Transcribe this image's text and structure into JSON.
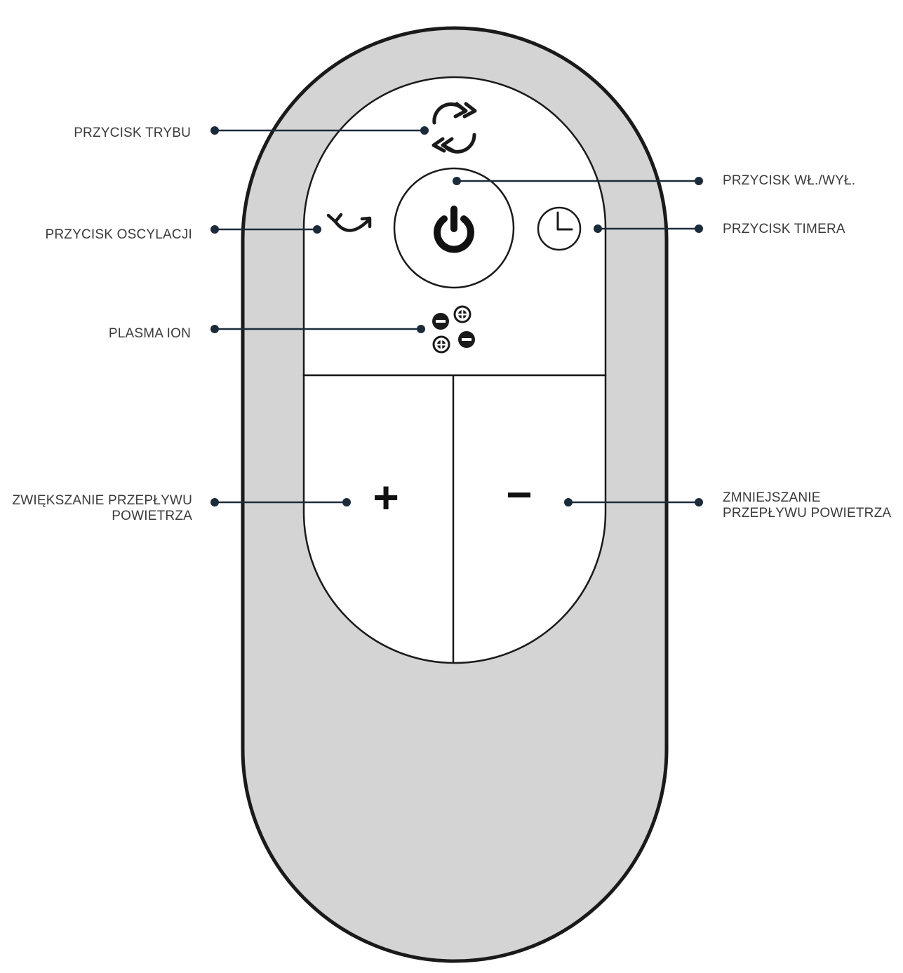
{
  "labels": {
    "mode": "PRZYCISK TRYBU",
    "power": "PRZYCISK WŁ./WYŁ.",
    "oscillation": "PRZYCISK OSCYLACJI",
    "timer": "PRZYCISK TIMERA",
    "plasma": "PLASMA ION",
    "increase_line1": "ZWIĘKSZANIE PRZEPŁYWU",
    "increase_line2": "POWIETRZA",
    "decrease_line1": "ZMNIEJSZANIE",
    "decrease_line2": "PRZEPŁYWU POWIETRZA"
  },
  "buttons": {
    "plus": "+",
    "minus": "−"
  },
  "icons": {
    "mode": "mode-cycle-icon",
    "power": "power-icon",
    "oscillation": "oscillation-arrows-icon",
    "timer": "clock-icon",
    "plasma": "plasma-ion-icon"
  },
  "colors": {
    "body_fill": "#d4d4d4",
    "panel_fill": "#ffffff",
    "outline": "#1a1a1a",
    "leader": "#1c2b3a",
    "label_text": "#3a3a3a"
  }
}
